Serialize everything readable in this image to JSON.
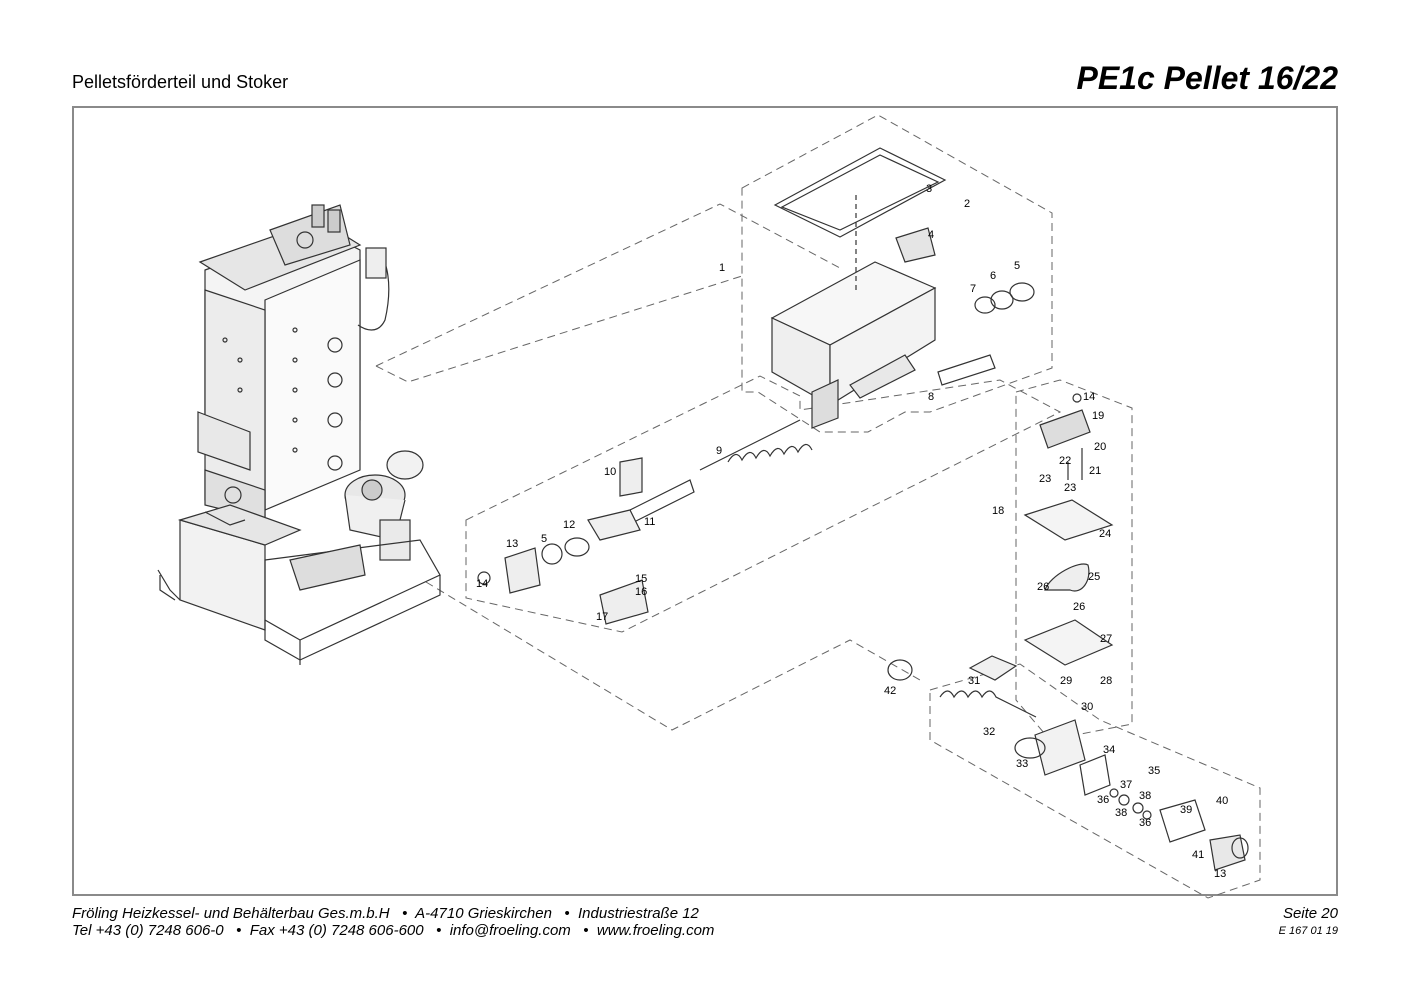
{
  "header": {
    "subtitle": "Pelletsförderteil und Stoker",
    "model": "PE1c Pellet 16/22"
  },
  "diagram": {
    "part_labels": [
      "1",
      "2",
      "3",
      "4",
      "5",
      "6",
      "7",
      "8",
      "9",
      "10",
      "11",
      "12",
      "13",
      "5",
      "14",
      "15",
      "16",
      "17",
      "14",
      "19",
      "20",
      "22",
      "21",
      "23",
      "23",
      "18",
      "24",
      "25",
      "26",
      "26",
      "27",
      "29",
      "28",
      "30",
      "31",
      "42",
      "32",
      "33",
      "34",
      "35",
      "37",
      "36",
      "38",
      "38",
      "36",
      "39",
      "40",
      "41",
      "13"
    ]
  },
  "footer": {
    "line1": "Fröling Heizkessel- und Behälterbau Ges.m.b.H   •  A-4710 Grieskirchen   •  Industriestraße 12",
    "line2": "Tel +43 (0) 7248 606-0   •  Fax +43 (0) 7248 606-600   •  info@froeling.com   •  www.froeling.com",
    "page": "Seite 20",
    "code": "E 167 01 19"
  }
}
